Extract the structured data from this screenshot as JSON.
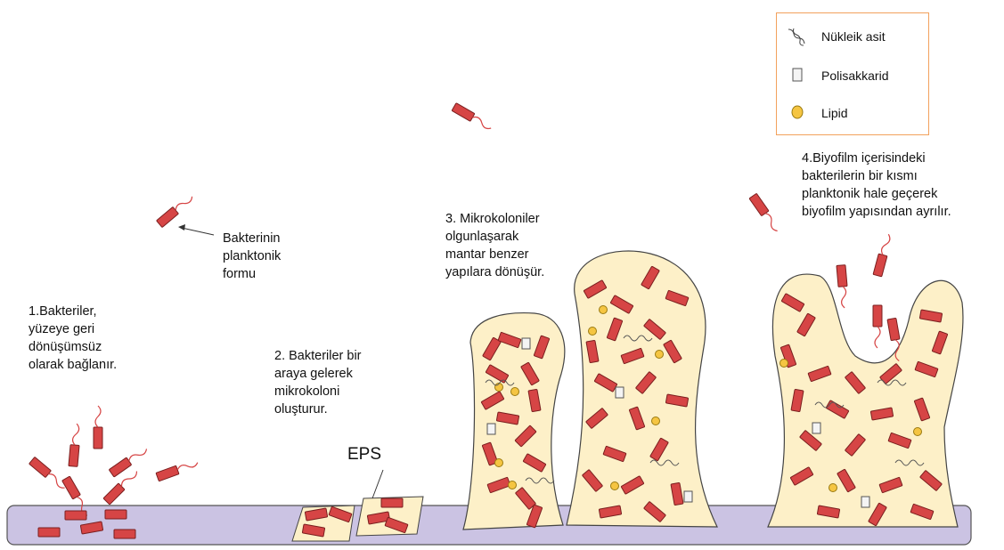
{
  "legend": {
    "items": [
      {
        "label": "Nükleik asit",
        "icon": "dna-strand-icon"
      },
      {
        "label": "Polisakkarid",
        "icon": "polysaccharide-icon"
      },
      {
        "label": "Lipid",
        "icon": "lipid-icon"
      }
    ]
  },
  "labels": {
    "planktonic": "Bakterinin\nplanktonik\nformu",
    "step1": "1.Bakteriler,\nyüzeye geri\ndönüşümsüz\nolarak bağlanır.",
    "step2": "2. Bakteriler bir\naraya gelerek\nmikrokoloni\noluşturur.",
    "step3": "3. Mikrokoloniler\nolgunlaşarak\nmantar benzer\nyapılara dönüşür.",
    "step4": "4.Biyofilm içerisindeki\nbakterilerin bir kısmı\nplanktonik hale geçerek\nbiyofilm yapısından ayrılır.",
    "eps": "EPS"
  },
  "colors": {
    "surface": "#cbc3e3",
    "biofilm": "#fdf0c8",
    "bacterium": "#d64545",
    "lipid": "#f5c542",
    "legend_border": "#f2a15c"
  }
}
